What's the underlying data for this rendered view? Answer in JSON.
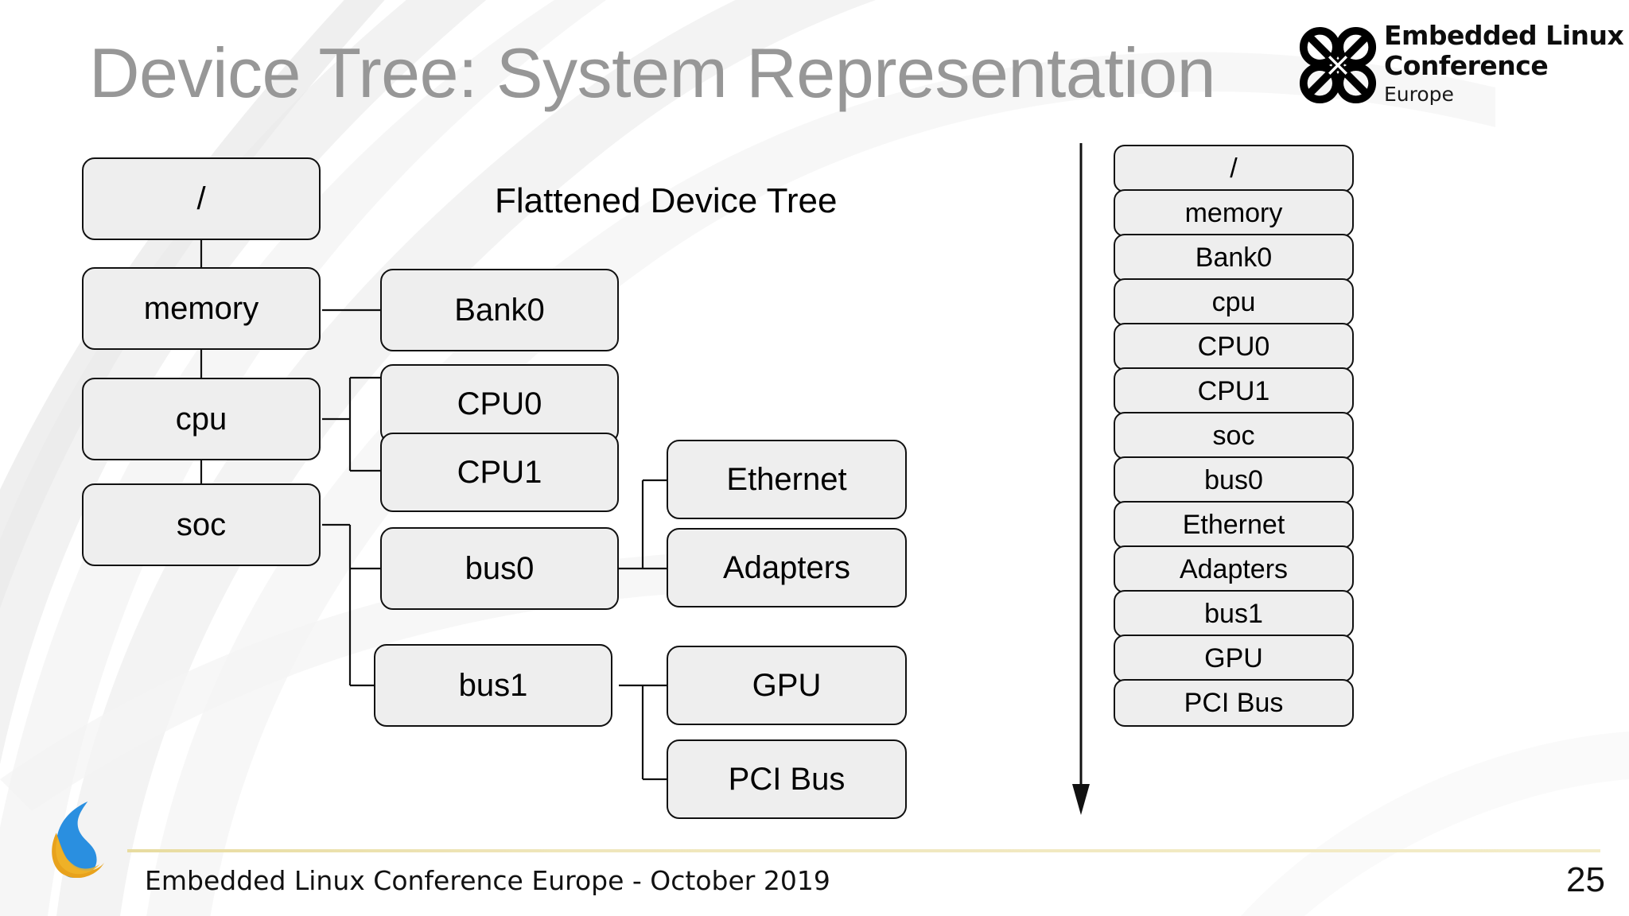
{
  "slide": {
    "title": "Device Tree: System Representation",
    "page_number": "25",
    "title_color": "#979797"
  },
  "brand_logo": {
    "line1": "Embedded Linux",
    "line2": "Conference",
    "line3": "Europe",
    "mark": "celtic-knot-icon"
  },
  "footer": {
    "text": "Embedded Linux Conference Europe - October 2019",
    "rule_color": "#e8dca0",
    "logo": "bootlin-droplet-logo"
  },
  "diagram": {
    "heading": "Flattened Device Tree",
    "node_fill": "#eeeeee",
    "node_border": "#111111",
    "tree_nodes": {
      "root": "/",
      "memory": "memory",
      "cpu": "cpu",
      "soc": "soc",
      "bank0": "Bank0",
      "cpu0": "CPU0",
      "cpu1": "CPU1",
      "bus0": "bus0",
      "bus1": "bus1",
      "ethernet": "Ethernet",
      "adapters": "Adapters",
      "gpu": "GPU",
      "pcibus": "PCI Bus"
    },
    "tree_edges": [
      [
        "root",
        "memory"
      ],
      [
        "memory",
        "cpu"
      ],
      [
        "cpu",
        "soc"
      ],
      [
        "memory",
        "bank0"
      ],
      [
        "cpu",
        "cpu0"
      ],
      [
        "cpu",
        "cpu1"
      ],
      [
        "soc",
        "bus0"
      ],
      [
        "soc",
        "bus1"
      ],
      [
        "bus0",
        "ethernet"
      ],
      [
        "bus0",
        "adapters"
      ],
      [
        "bus1",
        "gpu"
      ],
      [
        "bus1",
        "pcibus"
      ]
    ]
  },
  "flattened_list": {
    "arrow_direction": "down",
    "items": [
      "/",
      "memory",
      "Bank0",
      "cpu",
      "CPU0",
      "CPU1",
      "soc",
      "bus0",
      "Ethernet",
      "Adapters",
      "bus1",
      "GPU",
      "PCI Bus"
    ]
  }
}
